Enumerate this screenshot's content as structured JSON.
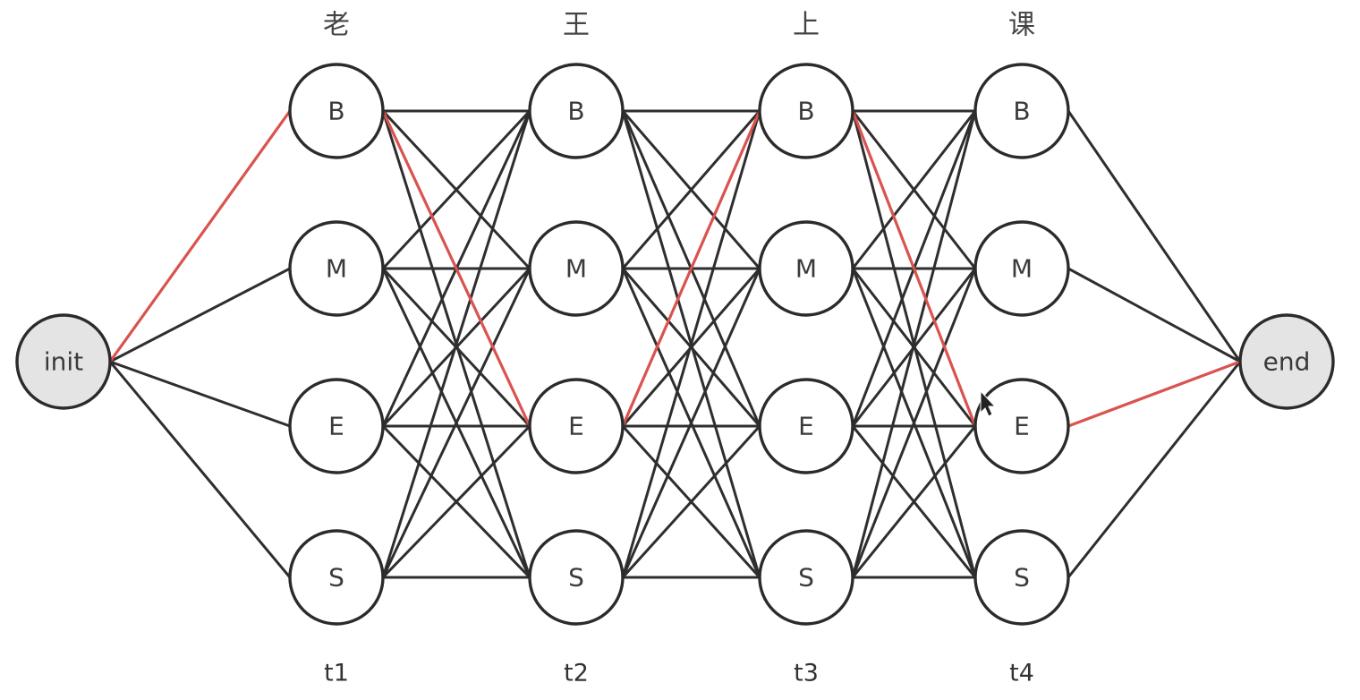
{
  "diagram": {
    "init_label": "init",
    "end_label": "end",
    "states": [
      "B",
      "M",
      "E",
      "S"
    ],
    "columns": [
      {
        "char": "老",
        "time": "t1"
      },
      {
        "char": "王",
        "time": "t2"
      },
      {
        "char": "上",
        "time": "t3"
      },
      {
        "char": "课",
        "time": "t4"
      }
    ],
    "best_path": [
      "B",
      "E",
      "B",
      "E"
    ],
    "colors": {
      "edge": "#2e2e2e",
      "highlight": "#d9534f",
      "terminal_fill": "#e4e4e4",
      "node_fill": "#ffffff"
    },
    "icons": {
      "cursor": "mouse-pointer-icon"
    }
  }
}
